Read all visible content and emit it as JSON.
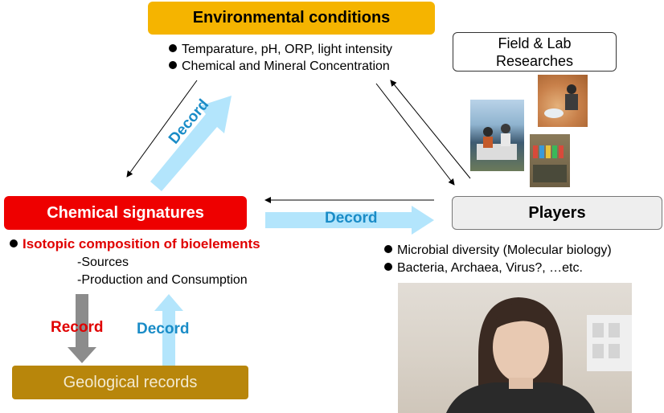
{
  "boxes": {
    "environmental": "Environmental conditions",
    "chemical": "Chemical signatures",
    "players": "Players",
    "geological": "Geological records",
    "field_line1": "Field & Lab",
    "field_line2": "Researches"
  },
  "environmental_bullets": [
    "Temparature, pH, ORP, light intensity",
    "Chemical and Mineral Concentration"
  ],
  "chemical_details": {
    "heading": "Isotopic composition of bioelements",
    "items": [
      "-Sources",
      "-Production and Consumption"
    ]
  },
  "players_bullets": [
    "Microbial diversity (Molecular biology)",
    "Bacteria, Archaea, Virus?, …etc."
  ],
  "arrow_labels": {
    "decord_diagonal": "Decord",
    "decord_horizontal": "Decord",
    "record": "Record",
    "decord_vertical": "Decord"
  },
  "colors": {
    "environmental_box": "#f5b400",
    "chemical_box": "#ee0000",
    "players_box": "#eeeeee",
    "geological_box": "#b8860b",
    "decord_arrow": "#b3e5fc",
    "record_arrow": "#8c8c8c",
    "decord_text": "#1a8cc7",
    "record_text": "#e00000",
    "isotopic_text": "#e00000"
  }
}
